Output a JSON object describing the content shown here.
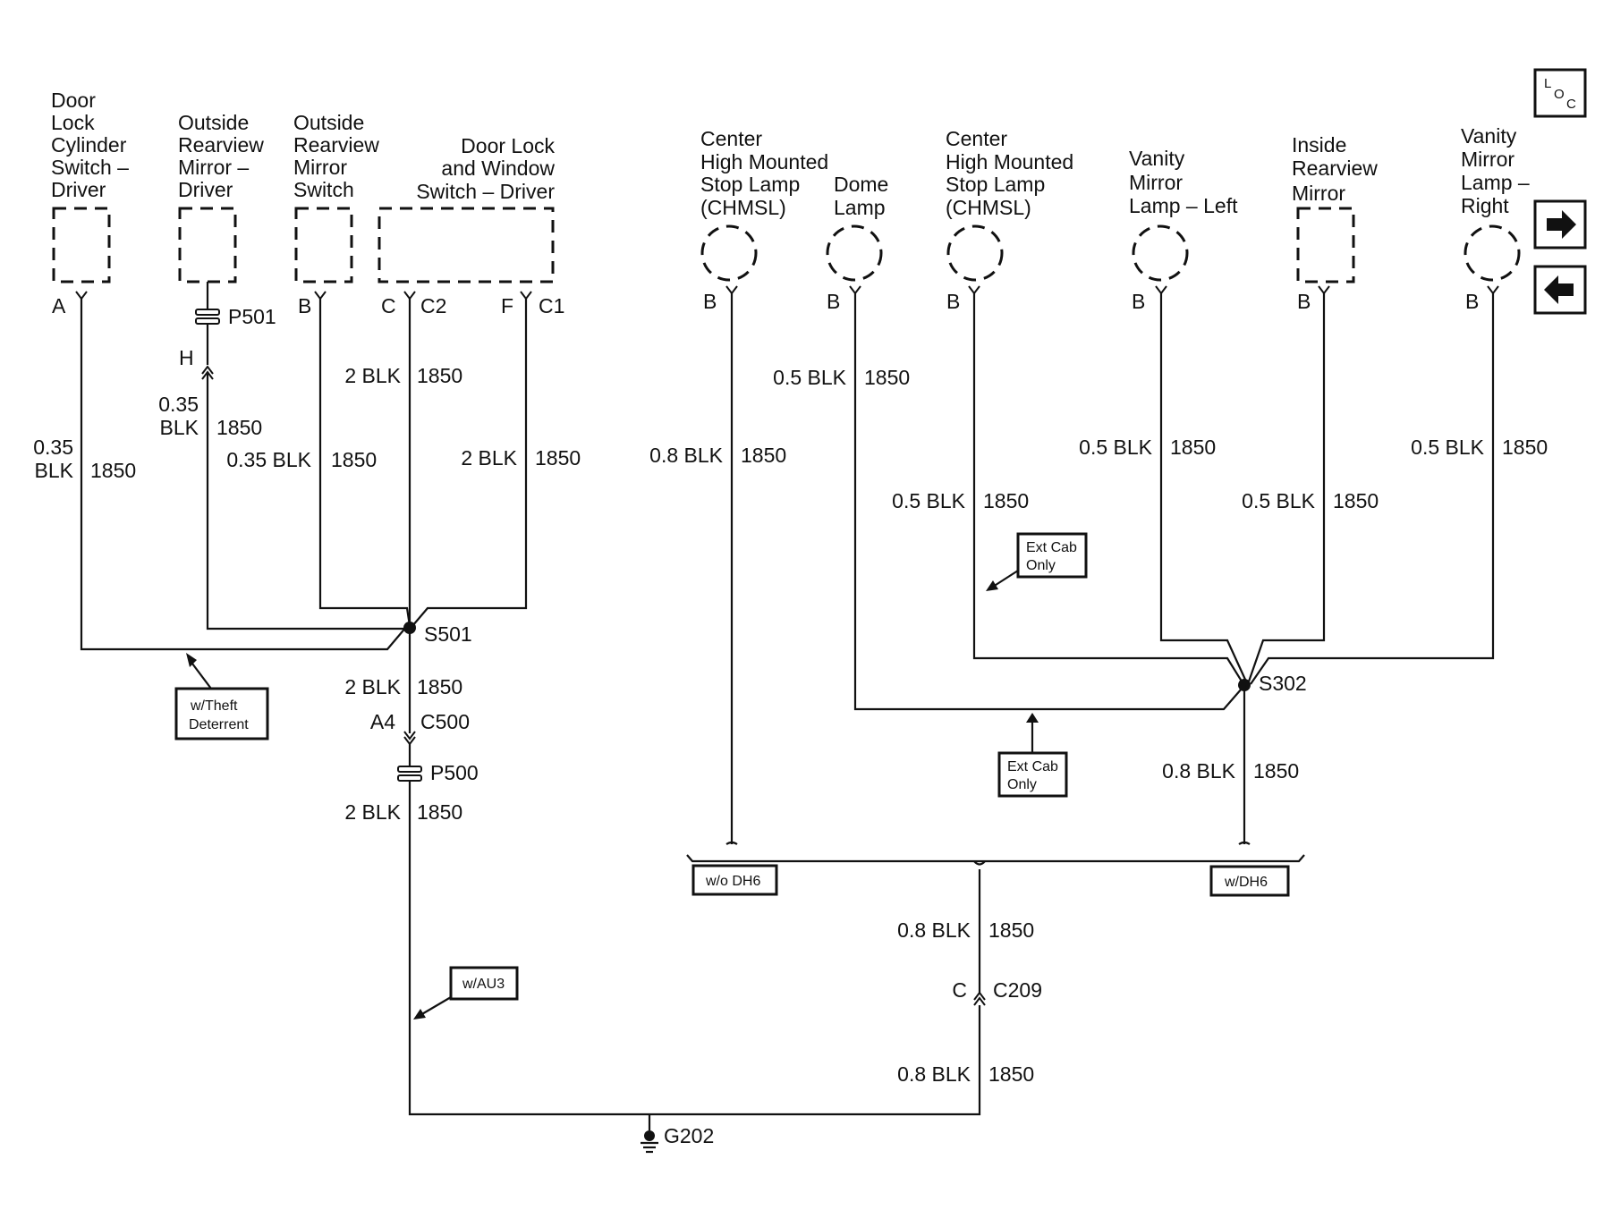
{
  "components": {
    "door_lock_cyl": [
      "Door",
      "Lock",
      "Cylinder",
      "Switch –",
      "Driver"
    ],
    "osrv_mirror_driver": [
      "Outside",
      "Rearview",
      "Mirror –",
      "Driver"
    ],
    "osrv_mirror_switch": [
      "Outside",
      "Rearview",
      "Mirror",
      "Switch"
    ],
    "door_lock_window_switch": [
      "Door Lock",
      "and Window",
      "Switch – Driver"
    ],
    "chmsl_1": [
      "Center",
      "High Mounted",
      "Stop Lamp",
      "(CHMSL)"
    ],
    "dome_lamp": [
      "Dome",
      "Lamp"
    ],
    "chmsl_2": [
      "Center",
      "High Mounted",
      "Stop Lamp",
      "(CHMSL)"
    ],
    "vanity_left": [
      "Vanity",
      "Mirror",
      "Lamp – Left"
    ],
    "inside_mirror": [
      "Inside",
      "Rearview",
      "Mirror"
    ],
    "vanity_right": [
      "Vanity",
      "Mirror",
      "Lamp –",
      "Right"
    ]
  },
  "pins": {
    "a": "A",
    "b": "B",
    "c": "C",
    "c2": "C2",
    "f": "F",
    "c1": "C1",
    "h": "H",
    "a4": "A4",
    "c_conn": "C"
  },
  "connectors": {
    "p501": "P501",
    "p500": "P500",
    "c500": "C500",
    "c209": "C209"
  },
  "splices": {
    "s501": "S501",
    "s302": "S302"
  },
  "ground": "G202",
  "wire_labels": {
    "size_035": "0.35",
    "blk": "BLK",
    "circuit": "1850",
    "w035blk": "0.35 BLK",
    "w2blk": "2 BLK",
    "w05blk": "0.5 BLK",
    "w08blk": "0.8 BLK"
  },
  "options": {
    "theft_l1": "w/Theft",
    "theft_l2": "Deterrent",
    "ext_cab_l1": "Ext Cab",
    "ext_cab_l2": "Only",
    "wo_dh6": "w/o DH6",
    "w_dh6": "w/DH6",
    "w_au3": "w/AU3"
  },
  "nav": {
    "loc_l": "L",
    "loc_o": "O",
    "loc_c": "C",
    "forward_icon": "arrow-right-icon",
    "back_icon": "arrow-left-icon"
  }
}
